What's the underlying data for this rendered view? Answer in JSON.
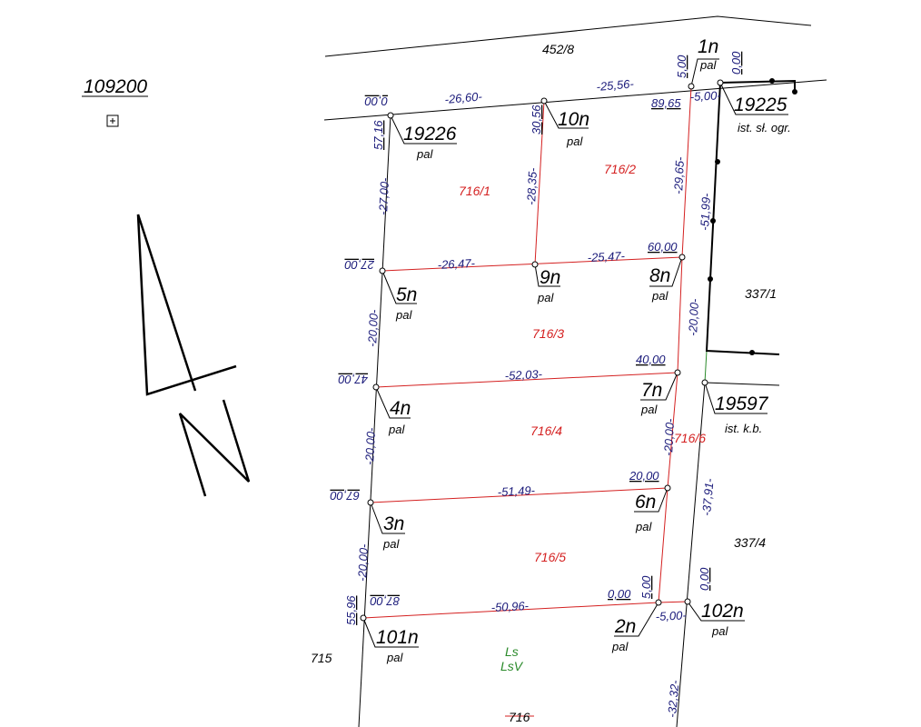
{
  "sheet": {
    "number": "109200"
  },
  "points": [
    {
      "id": "19226",
      "type": "pal"
    },
    {
      "id": "10n",
      "type": "pal"
    },
    {
      "id": "1n",
      "type": "pal"
    },
    {
      "id": "19225",
      "type": "ist. sł. ogr."
    },
    {
      "id": "5n",
      "type": "pal"
    },
    {
      "id": "9n",
      "type": "pal"
    },
    {
      "id": "8n",
      "type": "pal"
    },
    {
      "id": "4n",
      "type": "pal"
    },
    {
      "id": "7n",
      "type": "pal"
    },
    {
      "id": "19597",
      "type": "ist. k.b."
    },
    {
      "id": "3n",
      "type": "pal"
    },
    {
      "id": "6n",
      "type": "pal"
    },
    {
      "id": "101n",
      "type": "pal"
    },
    {
      "id": "2n",
      "type": "pal"
    },
    {
      "id": "102n",
      "type": "pal"
    }
  ],
  "parcels": {
    "new": [
      "716/1",
      "716/2",
      "716/3",
      "716/4",
      "716/5",
      "716/6"
    ],
    "neighbors": [
      "452/8",
      "337/1",
      "337/4",
      "715"
    ],
    "old": "716"
  },
  "land_use": [
    "Ls",
    "LsV"
  ],
  "distances": [
    "-26,60-",
    "-25,56-",
    "-27,00-",
    "-28,35-",
    "-29,65-",
    "-51,99-",
    "-26,47-",
    "-25,47-",
    "-20,00-",
    "-20,00-",
    "-52,03-",
    "-20,00-",
    "-20,00-",
    "-51,49-",
    "-37,91-",
    "-20,00-",
    "-50,96-",
    "-5,00-",
    "-5,00-",
    "-32,32-"
  ],
  "chainage": [
    "0,00",
    "57,16",
    "30,56",
    "5,00",
    "0,00",
    "89,65",
    "27,00",
    "60,00",
    "47,00",
    "40,00",
    "67,00",
    "20,00",
    "55,96",
    "87,00",
    "0,00",
    "5,00",
    "0,00"
  ]
}
